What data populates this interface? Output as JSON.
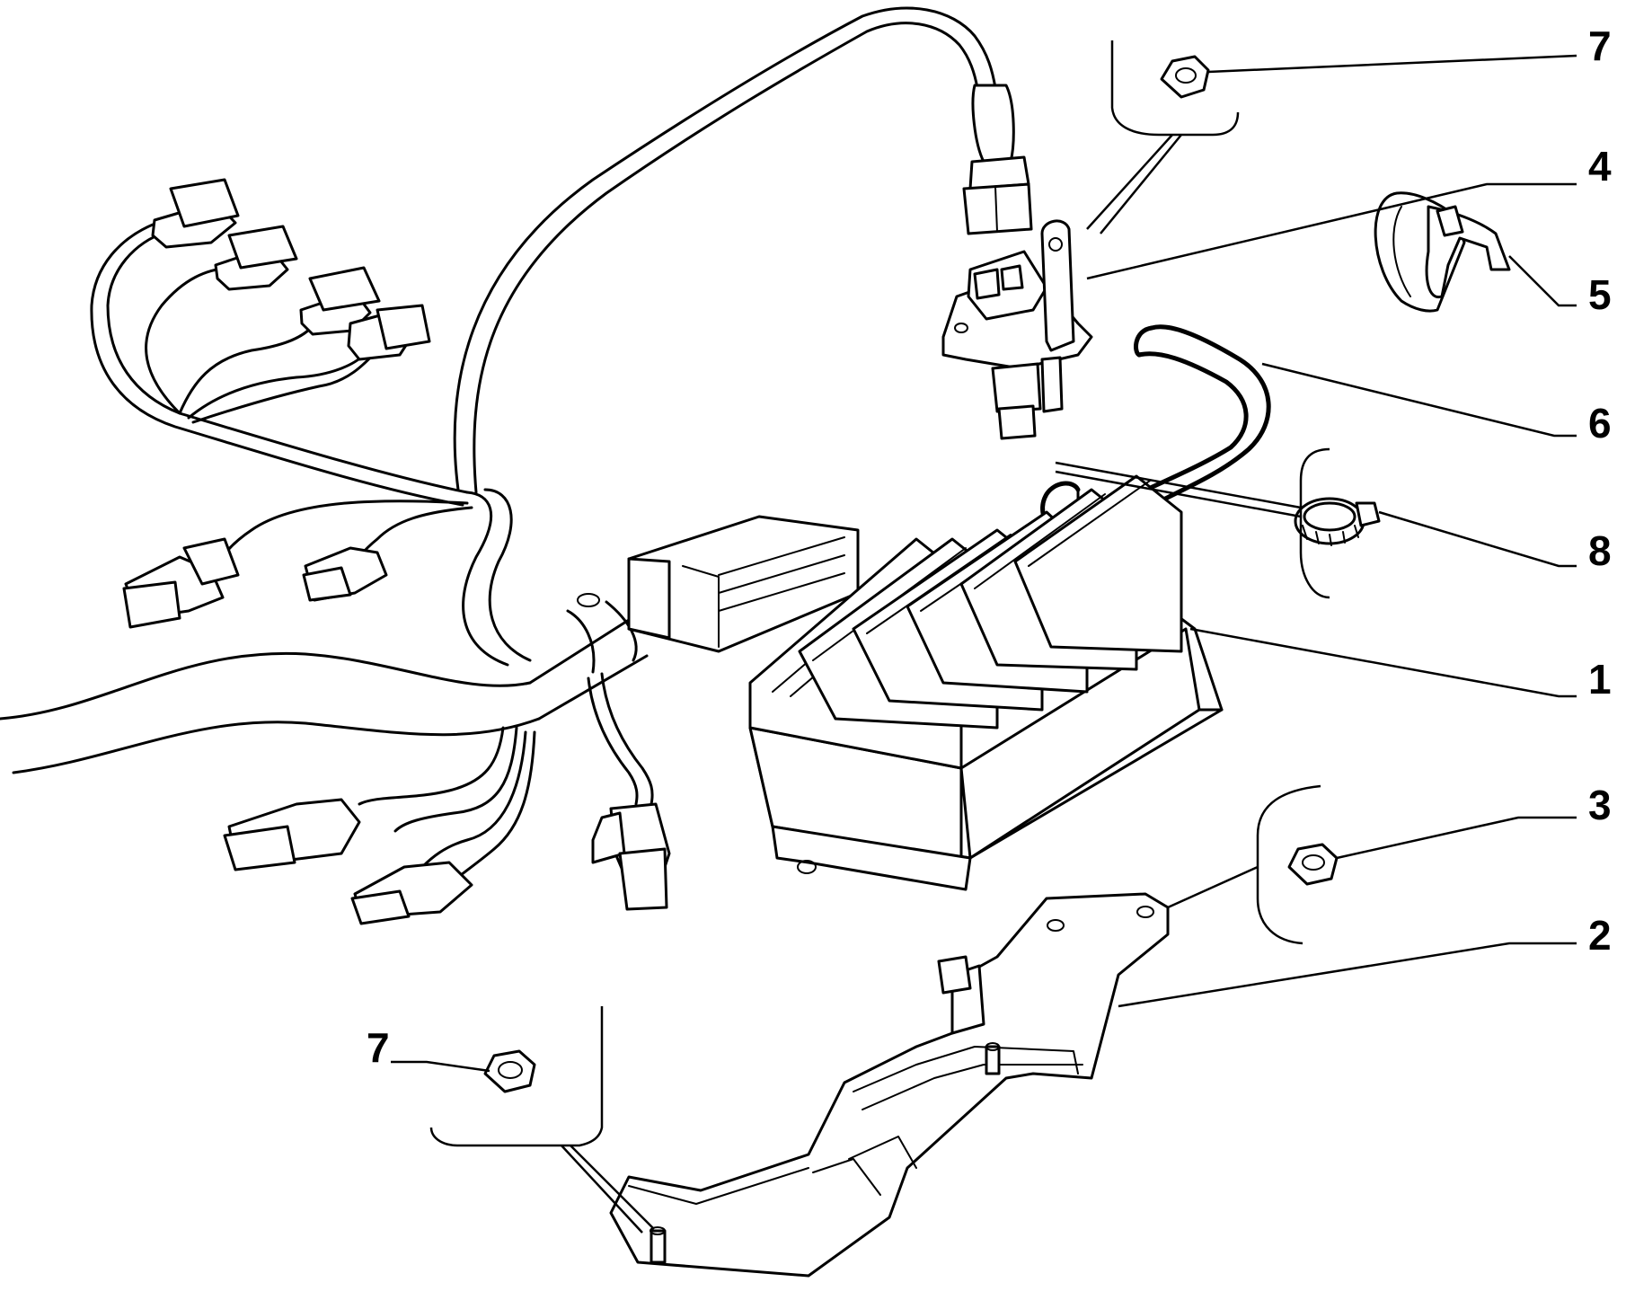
{
  "callouts": [
    {
      "id": "c7a",
      "label": "7"
    },
    {
      "id": "c4",
      "label": "4"
    },
    {
      "id": "c5",
      "label": "5"
    },
    {
      "id": "c6",
      "label": "6"
    },
    {
      "id": "c8",
      "label": "8"
    },
    {
      "id": "c1",
      "label": "1"
    },
    {
      "id": "c3",
      "label": "3"
    },
    {
      "id": "c2",
      "label": "2"
    },
    {
      "id": "c7b",
      "label": "7"
    }
  ]
}
